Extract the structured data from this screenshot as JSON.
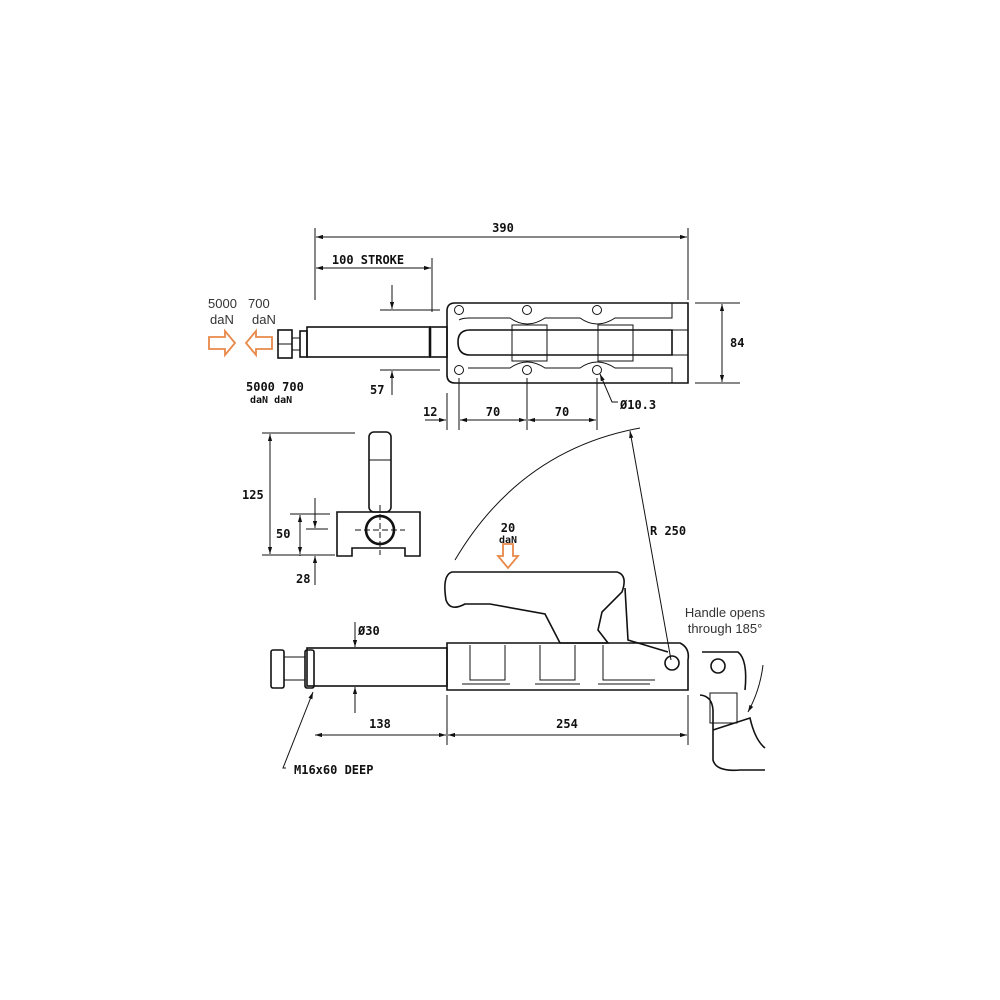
{
  "top_view": {
    "overall_length": "390",
    "stroke": "100 STROKE",
    "height": "84",
    "rod_offset": "57",
    "edge_offset": "12",
    "hole_pitch_1": "70",
    "hole_pitch_2": "70",
    "hole_diameter": "Ø10.3",
    "force_push_value": "5000",
    "force_push_unit": "daN",
    "force_pull_value": "700",
    "force_pull_unit": "daN",
    "force_label_bold_1": "5000 700",
    "force_label_bold_2": "daN  daN"
  },
  "end_view": {
    "total_height": "125",
    "rod_center_height": "50",
    "base_height": "28"
  },
  "side_view": {
    "handle_radius": "R 250",
    "handle_force_value": "20",
    "handle_force_unit": "daN",
    "rod_diameter": "Ø30",
    "rod_length": "138",
    "body_length": "254",
    "thread_note": "M16x60 DEEP",
    "handle_note_line1": "Handle opens",
    "handle_note_line2": "through 185°"
  },
  "colors": {
    "accent": "#e8894a",
    "line": "#111111"
  }
}
